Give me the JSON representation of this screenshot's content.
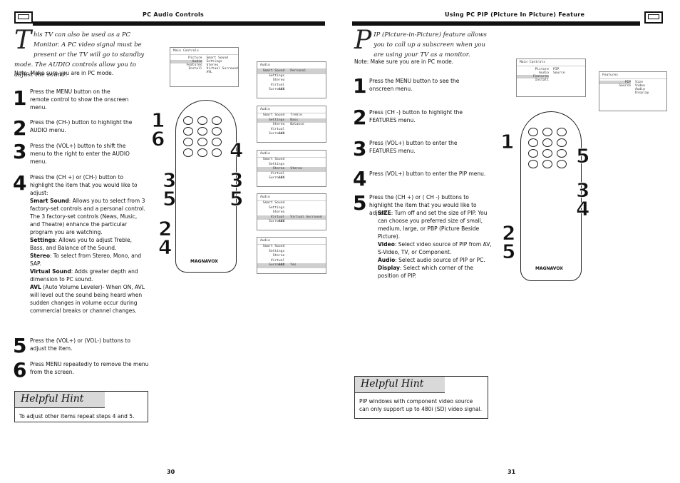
{
  "left": {
    "header_title": "PC Audio Controls",
    "intro": "his TV can also be used as a PC Monitor. A PC video signal must be present or the TV will go to standby mode. The AUDIO controls allow you to adjust the sound.",
    "drop_letter": "T",
    "note": "Note: Make sure you are in PC mode.",
    "steps": [
      {
        "num": "1",
        "text": "Press the MENU button on the remote control to show the onscreen menu."
      },
      {
        "num": "2",
        "text": "Press the (CH-) button to highlight the AUDIO menu."
      },
      {
        "num": "3",
        "text": "Press the (VOL+) button to shift the menu to the right to enter the AUDIO menu."
      },
      {
        "num": "4",
        "text": "Press the (CH +) or (CH-) button to highlight the item that you would like to adjust:"
      },
      {
        "num": "5",
        "text": "Press the (VOL+) or (VOL-) buttons to adjust the item."
      },
      {
        "num": "6",
        "text": "Press MENU repeatedly to remove the menu from the screen."
      }
    ],
    "items": [
      {
        "label": "Smart Sound",
        "text": ": Allows you to select from 3 factory-set controls and a personal control. The 3 factory-set controls (News, Music, and Theatre) enhance the particular program you are watching."
      },
      {
        "label": "Settings",
        "text": ": Allows you to adjust Treble, Bass, and Balance of the Sound."
      },
      {
        "label": "Stereo",
        "text": ": To select from Stereo, Mono, and SAP."
      },
      {
        "label": "Virtual Sound",
        "text": ": Adds greater depth and dimension to PC sound."
      },
      {
        "label": "AVL",
        "text": " (Auto Volume Leveler)- When ON, AVL will level out the sound being heard when sudden changes in volume occur during commercial breaks or channel changes."
      }
    ],
    "hint_title": "Helpful Hint",
    "hint_text": "To adjust other items repeat steps 4 and 5.",
    "page_number": "30",
    "main_menu": {
      "title": "Main Controls",
      "left": [
        "Picture",
        "Audio",
        "Features",
        "Install"
      ],
      "right": [
        "Smart Sound",
        "Settings",
        "Stereo",
        "Virtual Surround",
        "AVL"
      ]
    },
    "audio_menus": [
      {
        "title": "Audio",
        "rows": [
          [
            "Smart Sound",
            "Personal"
          ],
          [
            "Settings",
            ""
          ],
          [
            "Stereo",
            ""
          ],
          [
            "Virtual Surround",
            ""
          ],
          [
            "AVL",
            ""
          ]
        ]
      },
      {
        "title": "Audio",
        "rows": [
          [
            "Smart Sound",
            "Treble"
          ],
          [
            "Settings",
            "Bass"
          ],
          [
            "Stereo",
            "Balance"
          ],
          [
            "Virtual Surround",
            ""
          ],
          [
            "AVL",
            ""
          ]
        ]
      },
      {
        "title": "Audio",
        "rows": [
          [
            "Smart Sound",
            ""
          ],
          [
            "Settings",
            ""
          ],
          [
            "Stereo",
            "Stereo"
          ],
          [
            "Virtual Surround",
            ""
          ],
          [
            "AVL",
            ""
          ]
        ]
      },
      {
        "title": "Audio",
        "rows": [
          [
            "Smart Sound",
            ""
          ],
          [
            "Settings",
            ""
          ],
          [
            "Stereo",
            ""
          ],
          [
            "Virtual Surround",
            "Virtual Surround"
          ],
          [
            "AVL",
            ""
          ]
        ]
      },
      {
        "title": "Audio",
        "rows": [
          [
            "Smart Sound",
            ""
          ],
          [
            "Settings",
            ""
          ],
          [
            "Stereo",
            ""
          ],
          [
            "Virtual Surround",
            ""
          ],
          [
            "AVL",
            "Yes"
          ]
        ]
      }
    ],
    "remote_brand": "MAGNAVOX"
  },
  "right": {
    "header_title": "Using PC PIP (Picture In Picture) Feature",
    "drop_letter": "P",
    "intro": "IP (Picture-in-Picture) feature allows you to call up a subscreen when you are using your TV as a monitor.",
    "note": "Note: Make sure you are in PC mode.",
    "steps": [
      {
        "num": "1",
        "text": "Press the MENU button to see the onscreen menu."
      },
      {
        "num": "2",
        "text": "Press (CH -) button to highlight the FEATURES menu."
      },
      {
        "num": "3",
        "text": "Press (VOL+) button to enter the FEATURES menu."
      },
      {
        "num": "4",
        "text": "Press (VOL+) button to enter the PIP menu."
      },
      {
        "num": "5",
        "text": "Press the (CH +) or ( CH -) buttons to highlight the item that you would like to adjust."
      }
    ],
    "items": [
      {
        "label": "SIZE",
        "text": ": Turn off and set the size of PIP. You can choose you preferred size of small, medium, large, or PBP (Picture Beside Picture)."
      },
      {
        "label": "Video",
        "text": ": Select video source of PIP from AV, S-Video, TV, or Component."
      },
      {
        "label": "Audio",
        "text": ": Select audio source of PIP or PC."
      },
      {
        "label": "Display",
        "text": ": Select which corner of the position of PIP."
      }
    ],
    "hint_title": "Helpful Hint",
    "hint_text": "PIP windows with component video source can only support up to 480i (SD) video signal.",
    "page_number": "31",
    "main_menu": {
      "title": "Main Controls",
      "left": [
        "Picture",
        "Audio",
        "Features",
        "Install"
      ],
      "right": [
        "PIP",
        "Source"
      ]
    },
    "features_menu": {
      "title": "Features",
      "left": [
        "PIP",
        "Source"
      ],
      "right": [
        "Size",
        "Video",
        "Audio",
        "Display"
      ]
    },
    "remote_brand": "MAGNAVOX"
  }
}
